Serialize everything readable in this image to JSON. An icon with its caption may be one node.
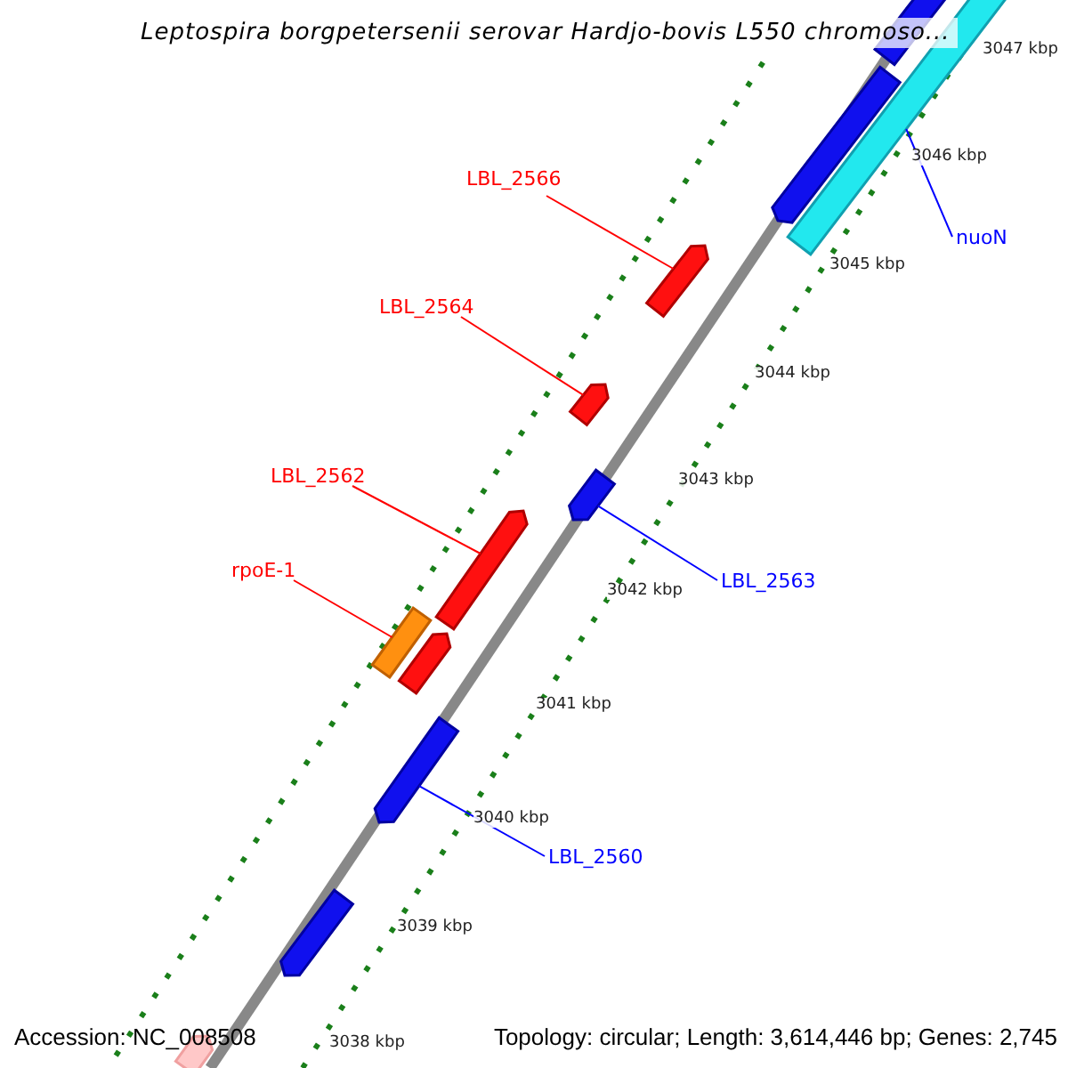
{
  "diagram": {
    "title": "Leptospira borgpetersenii serovar Hardjo-bovis L550 chromoso...",
    "nodes": [
      {
        "text": [
          "LBL_2566"
        ]
      },
      {
        "text": [
          "nuoN"
        ]
      },
      {
        "text": [
          "LBL_2564"
        ]
      },
      {
        "text": [
          "LBL_2562"
        ]
      },
      {
        "text": [
          "rpoE-1"
        ]
      },
      {
        "text": [
          "LBL_2563"
        ]
      },
      {
        "text": [
          "LBL_2560"
        ]
      },
      {
        "text": [],
        "shape": "bar"
      },
      {
        "text": [],
        "shape": "bar"
      },
      {
        "text": [],
        "shape": "bar"
      },
      {
        "text": [],
        "shape": "bar"
      },
      {
        "text": [],
        "shape": "bar"
      },
      {
        "text": [],
        "shape": "bar"
      },
      {
        "text": [],
        "shape": "bar"
      },
      {
        "text": [],
        "shape": "bar"
      },
      {
        "text": [],
        "shape": "bar"
      },
      {
        "text": [],
        "shape": "bar"
      },
      {
        "text": [],
        "shape": "bar"
      },
      {
        "text": [],
        "shape": "bar"
      }
    ],
    "edges": [
      {
        "from": 0,
        "to": 10,
        "arrow": "none"
      },
      {
        "from": 1,
        "to": 7,
        "arrow": "none",
        "color": "#0000ff"
      },
      {
        "from": 2,
        "to": 11,
        "arrow": "none"
      },
      {
        "from": 3,
        "to": 13,
        "arrow": "none"
      },
      {
        "from": 4,
        "to": 14,
        "arrow": "none"
      },
      {
        "from": 5,
        "to": 12,
        "arrow": "none",
        "color": "#0000ff"
      },
      {
        "from": 6,
        "to": 16,
        "arrow": "none",
        "color": "#0000ff"
      }
    ],
    "labels": [
      "3047 kbp",
      "3046 kbp",
      "3045 kbp",
      "3044 kbp",
      "3043 kbp",
      "3042 kbp",
      "3041 kbp",
      "3040 kbp",
      "3039 kbp",
      "3038 kbp",
      "Accession: NC_008508",
      "Topology: circular; Length: 3,614,446 bp; Genes: 2,745"
    ]
  }
}
